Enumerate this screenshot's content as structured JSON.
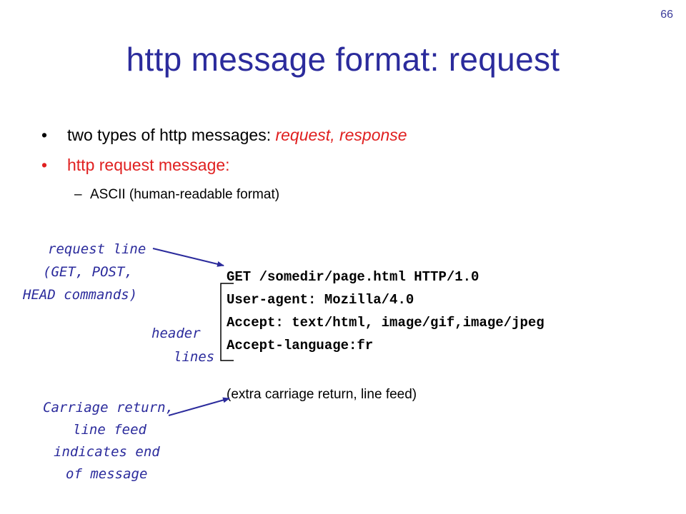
{
  "slide": {
    "page_number": "66",
    "title": "http message format: request",
    "bullets": [
      {
        "prefix": "two types of http messages: ",
        "emphasis": "request, response"
      },
      {
        "text": "http request message:"
      }
    ],
    "sub_bullet": "ASCII (human-readable format)",
    "request_lines": [
      "GET /somedir/page.html HTTP/1.0",
      "User-agent: Mozilla/4.0",
      "Accept: text/html, image/gif,image/jpeg",
      "Accept-language:fr"
    ],
    "extra_line": "(extra carriage return, line feed)",
    "annotations": {
      "request_line": [
        "request line",
        "(GET, POST,",
        "HEAD commands)"
      ],
      "header_lines": [
        "header",
        "lines"
      ],
      "carriage_return": [
        "Carriage return,",
        "line feed",
        "indicates end",
        "of message"
      ]
    },
    "colors": {
      "title": "#2b2b9c",
      "emphasis": "#e02020",
      "annotation": "#2b2b9c"
    }
  }
}
